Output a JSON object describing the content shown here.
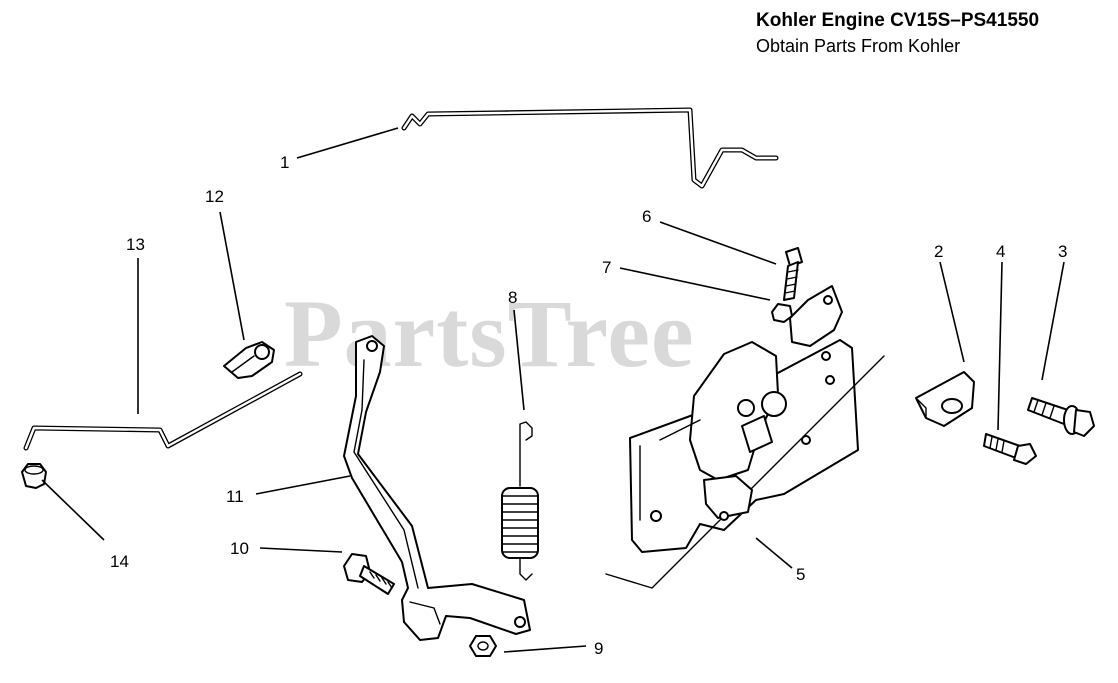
{
  "header": {
    "title": "Kohler Engine CV15S–PS41550",
    "subtitle": "Obtain Parts From Kohler"
  },
  "watermark": {
    "text": "PartsTree"
  },
  "callouts": {
    "c1": "1",
    "c2": "2",
    "c3": "3",
    "c4": "4",
    "c5": "5",
    "c6": "6",
    "c7": "7",
    "c8": "8",
    "c9": "9",
    "c10": "10",
    "c11": "11",
    "c12": "12",
    "c13": "13",
    "c14": "14"
  },
  "colors": {
    "line": "#000000",
    "watermark": "#d9d9d9",
    "background": "#ffffff"
  }
}
